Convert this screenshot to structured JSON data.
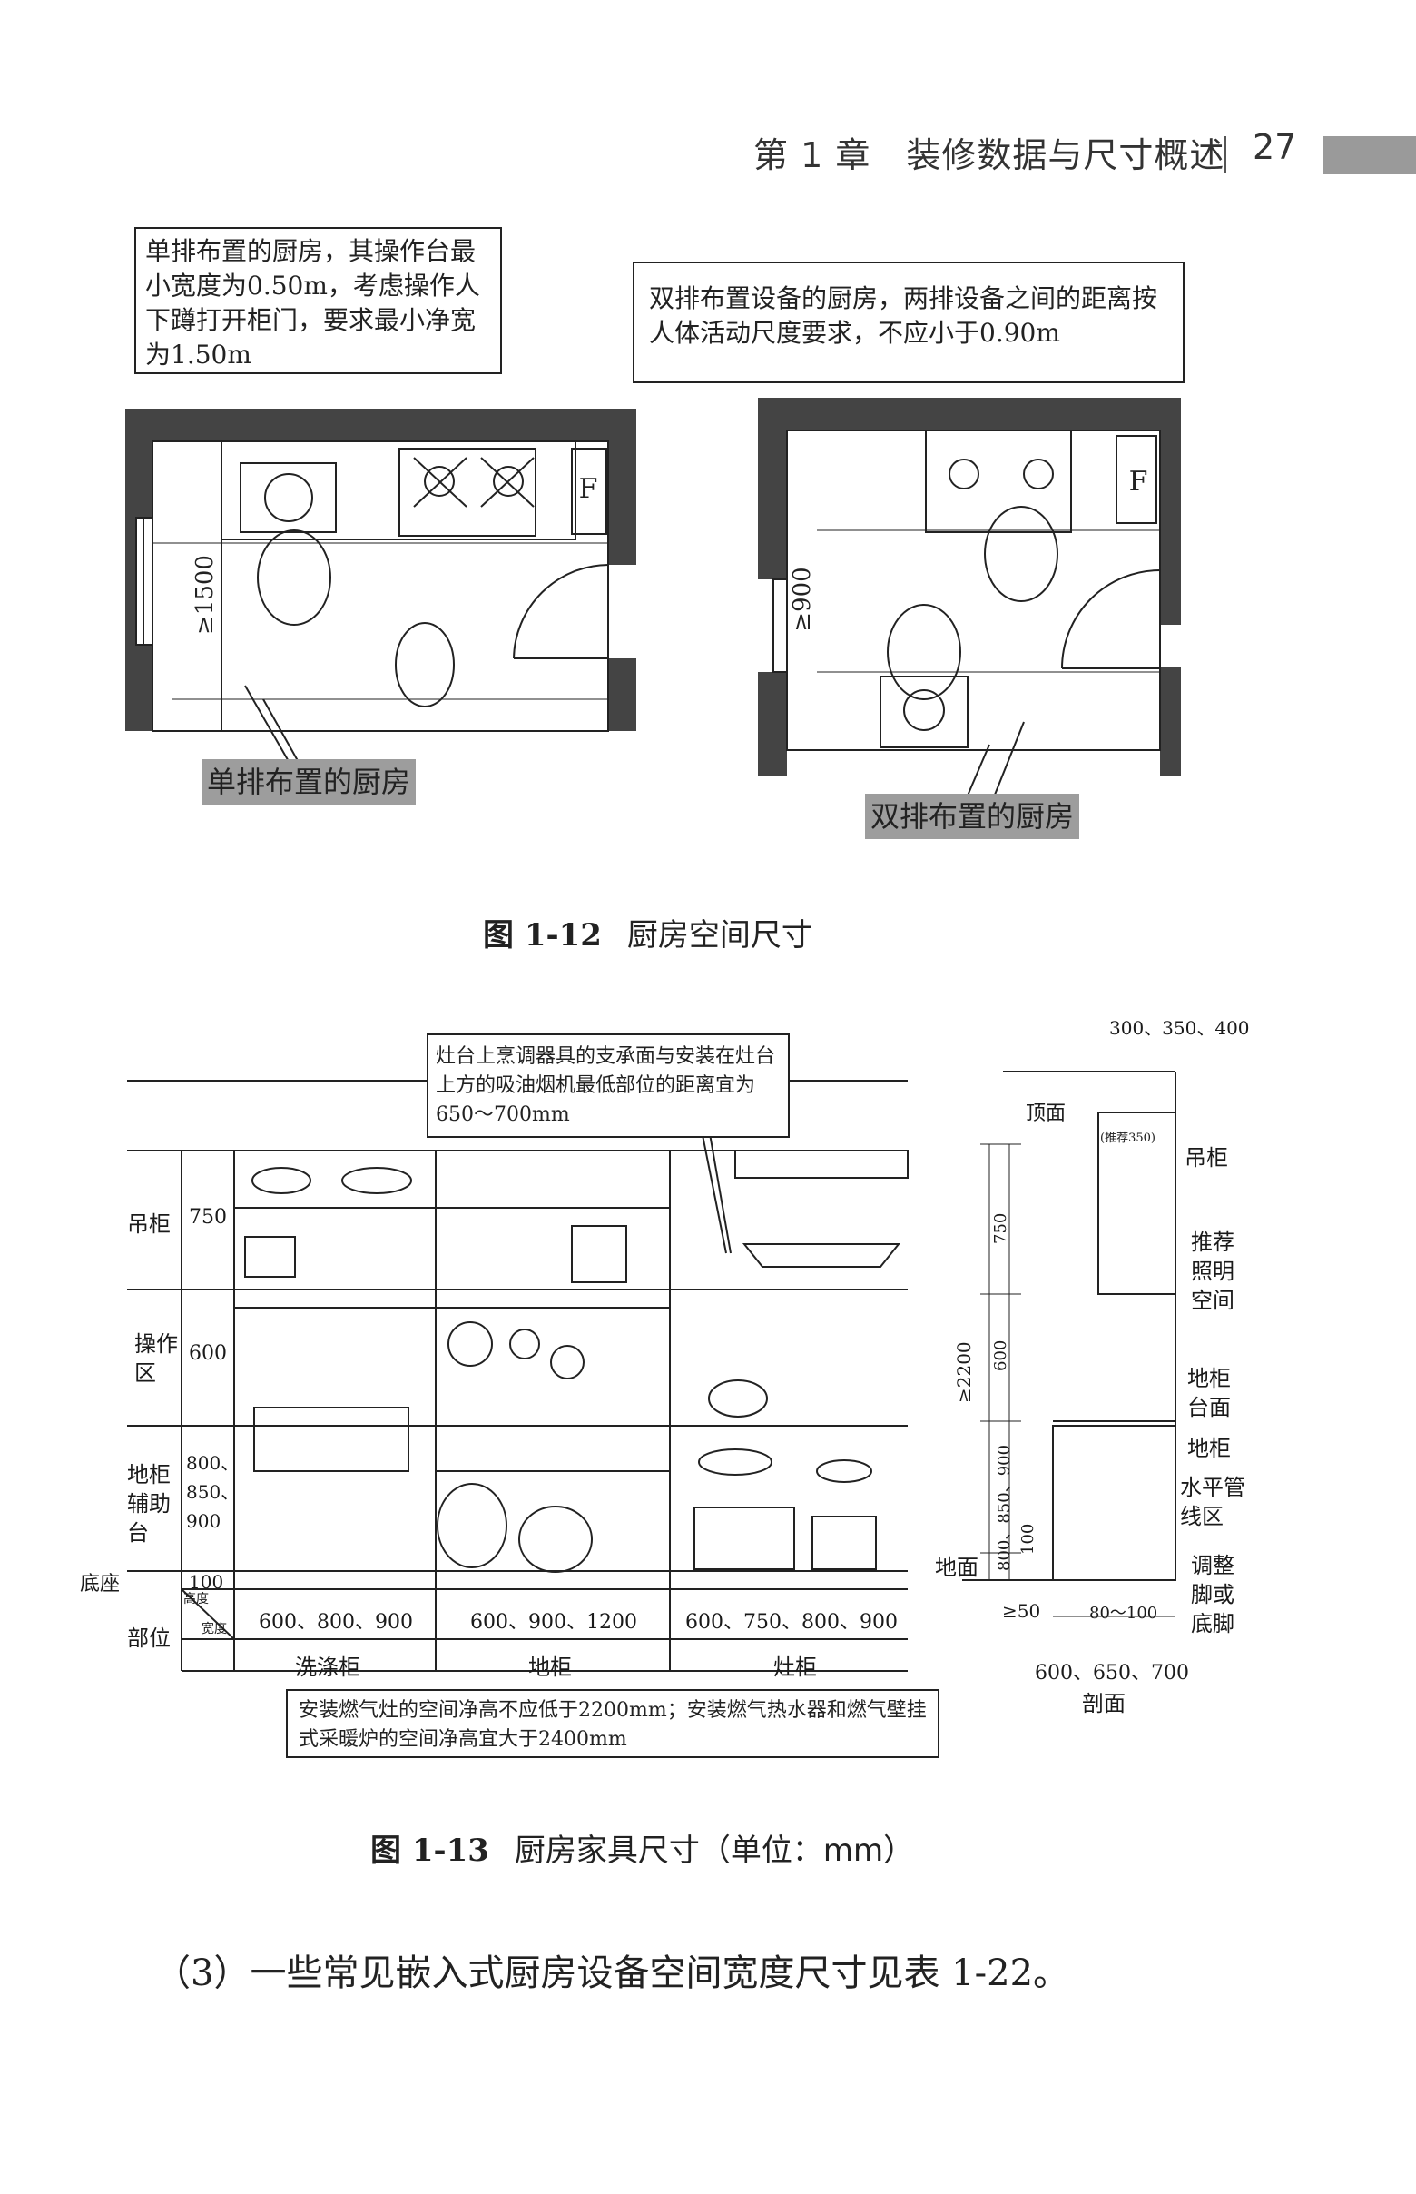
{
  "header": {
    "chapter": "第 1 章　装修数据与尺寸概述",
    "page_number": "27"
  },
  "fig12": {
    "note_single": "单排布置的厨房，其操作台最小宽度为0.50m，考虑操作人下蹲打开柜门，要求最小净宽为1.50m",
    "note_double": "双排布置设备的厨房，两排设备之间的距离按人体活动尺度要求，不应小于0.90m",
    "label_single": "单排布置的厨房",
    "label_double": "双排布置的厨房",
    "dim_single": "≥1500",
    "dim_double": "≥900",
    "fridge": "F",
    "caption_num": "图 1-12",
    "caption_text": "厨房空间尺寸"
  },
  "fig13": {
    "note_top": "灶台上烹调器具的支承面与安装在灶台上方的吸油烟机最低部位的距离宜为650～700mm",
    "note_bottom": "安装燃气灶的空间净高不应低于2200mm；安装燃气热水器和燃气壁挂式采暖炉的空间净高宜大于2400mm",
    "rows": [
      {
        "label": "吊柜",
        "value": "750"
      },
      {
        "label": "操作区",
        "value": "600"
      },
      {
        "label": "地柜辅助台",
        "value": "800、850、900"
      },
      {
        "label": "底座",
        "value": "100"
      }
    ],
    "row_part": "部位",
    "header_height": "高度",
    "header_width": "宽度",
    "columns": [
      {
        "width": "600、800、900",
        "name": "洗涤柜"
      },
      {
        "width": "600、900、1200",
        "name": "地柜"
      },
      {
        "width": "600、750、800、900",
        "name": "灶柜"
      }
    ],
    "section": {
      "depth_top": "300、350、400",
      "ceiling": "顶面",
      "recommend": "(推荐350)",
      "wall_cabinet": "吊柜",
      "lighting": "推荐照明空间",
      "counter_top": "地柜台面",
      "base_cabinet": "地柜",
      "pipe_zone": "水平管线区",
      "adjust_foot": "调整脚或底脚",
      "floor": "地面",
      "total": "≥2200",
      "d750": "750",
      "d600": "600",
      "d800": "800、850、900",
      "d100": "100",
      "d50": "≥50",
      "d80": "80～100",
      "depth_bottom": "600、650、700",
      "section_label": "剖面"
    },
    "caption_num": "图 1-13",
    "caption_text": "厨房家具尺寸（单位：mm）"
  },
  "body_text": "（3）一些常见嵌入式厨房设备空间宽度尺寸见表 1-22。"
}
